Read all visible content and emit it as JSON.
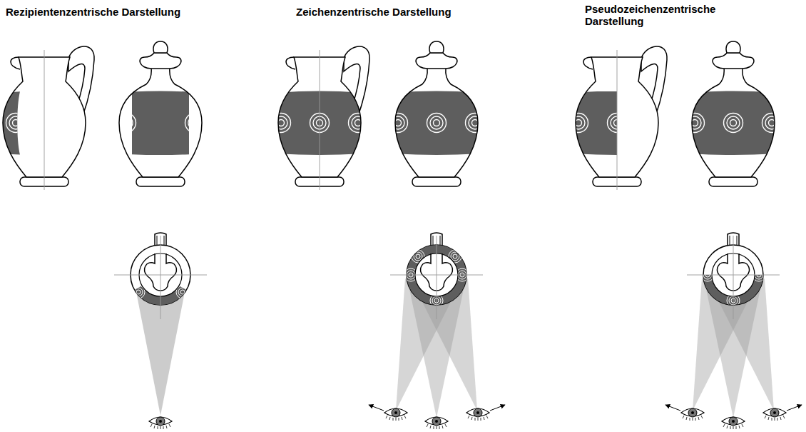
{
  "diagram": {
    "labels": [
      "Rezipientenzentrische Darstellung",
      "Zeichenzentrische Darstellung",
      "Pseudozeichenzentrische Darstellung"
    ]
  }
}
